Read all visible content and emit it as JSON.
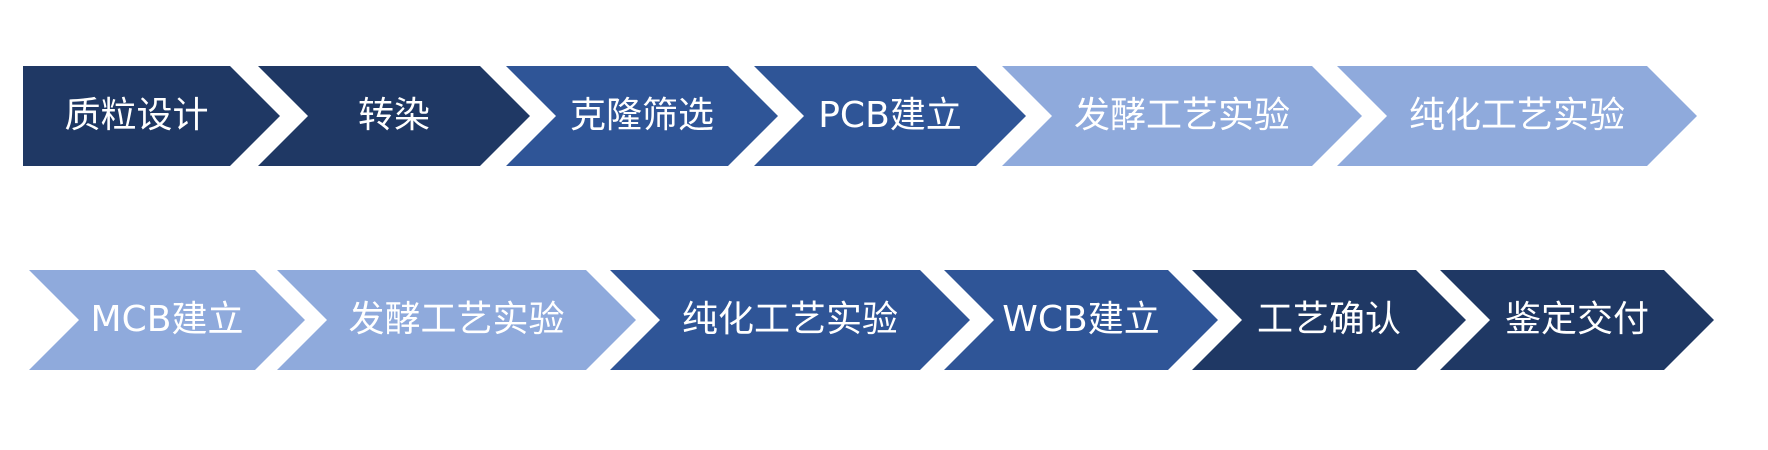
{
  "colors": {
    "dark": "#1f3864",
    "medium": "#2f5597",
    "light": "#8faadc",
    "text": "#ffffff"
  },
  "rows": [
    {
      "steps": [
        {
          "label": "质粒设计",
          "tone": "dark"
        },
        {
          "label": "转染",
          "tone": "dark"
        },
        {
          "label": "克隆筛选",
          "tone": "medium"
        },
        {
          "label": "PCB建立",
          "tone": "medium"
        },
        {
          "label": "发酵工艺实验",
          "tone": "light"
        },
        {
          "label": "纯化工艺实验",
          "tone": "light"
        }
      ]
    },
    {
      "steps": [
        {
          "label": "MCB建立",
          "tone": "light"
        },
        {
          "label": "发酵工艺实验",
          "tone": "light"
        },
        {
          "label": "纯化工艺实验",
          "tone": "medium"
        },
        {
          "label": "WCB建立",
          "tone": "medium"
        },
        {
          "label": "工艺确认",
          "tone": "dark"
        },
        {
          "label": "鉴定交付",
          "tone": "dark"
        }
      ]
    }
  ]
}
